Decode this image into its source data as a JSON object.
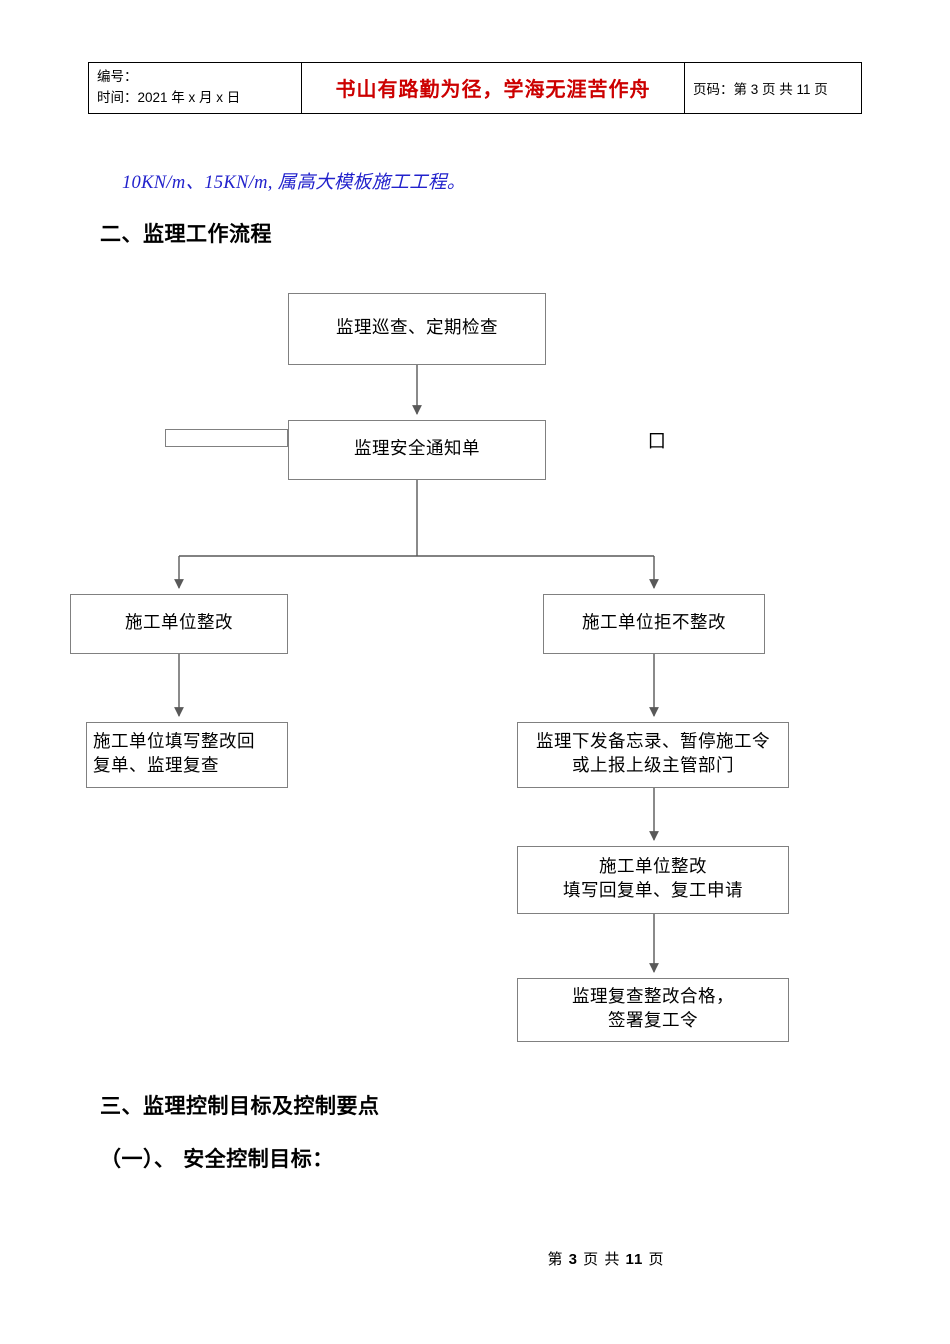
{
  "header": {
    "left_line1": "编号：",
    "left_line2": "时间：2021 年 x 月 x 日",
    "slogan": "书山有路勤为径，学海无涯苦作舟",
    "page_label": "页码：第 3 页  共 11 页"
  },
  "body": {
    "italic_line": "10KN/m、15KN/m, 属高大模板施工工程。",
    "section_two": "二、监理工作流程",
    "section_three": "三、监理控制目标及控制要点",
    "section_three_a": "（一）、 安全控制目标："
  },
  "flowchart": {
    "nodes": [
      {
        "id": "n1",
        "text": "监理巡查、定期检查"
      },
      {
        "id": "n2",
        "text": "监理安全通知单"
      },
      {
        "id": "n2b",
        "text": ""
      },
      {
        "id": "n3",
        "text": "施工单位整改"
      },
      {
        "id": "n4",
        "text": "施工单位拒不整改"
      },
      {
        "id": "n5",
        "text": "施工单位填写整改回\n复单、监理复查"
      },
      {
        "id": "n6",
        "text": "监理下发备忘录、暂停施工令\n或上报上级主管部门"
      },
      {
        "id": "n7",
        "text": "施工单位整改\n填写回复单、复工申请"
      },
      {
        "id": "n8",
        "text": "监理复查整改合格，\n签署复工令"
      }
    ],
    "marker": "囗"
  },
  "footer": {
    "prefix": "第",
    "page": "3",
    "middle": "页  共",
    "total": "11",
    "suffix": "页"
  }
}
